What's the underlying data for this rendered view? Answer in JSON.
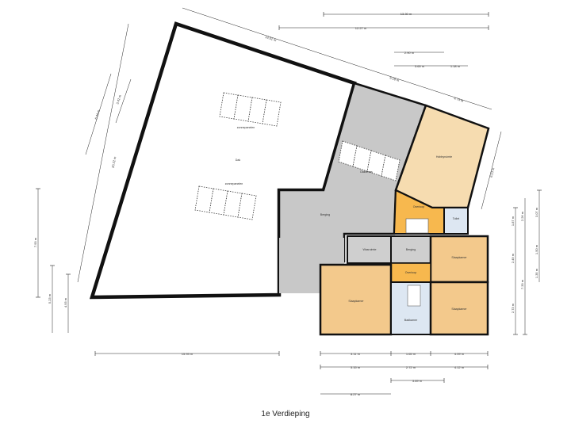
{
  "caption": "1e Verdieping",
  "colors": {
    "wall": "#111111",
    "roof": "#ffffff",
    "terrace": "#c8c8c8",
    "bedroom": "#f3c98c",
    "hobby": "#f6dcb0",
    "hallway": "#f7b84e",
    "bathroom": "#dde7f2",
    "storage": "#cfcfcf"
  },
  "rooms": {
    "roof_label": "Dak",
    "solar_top": "zonnepanelen",
    "solar_bottom": "zonnepanelen",
    "terrace_top": "Dakterras",
    "terrace_main": "Berging",
    "hobby": "Hobbyruimte",
    "overloop_top": "Overloop",
    "toilet": "Toilet",
    "wasruimte": "Wasruimte",
    "berging_small": "Berging",
    "slaapkamer_right_top": "Slaapkamer",
    "overloop_center": "Overloop",
    "slaapkamer_left": "Slaapkamer",
    "badkamer": "Badkamer",
    "slaapkamer_right_bottom": "Slaapkamer"
  },
  "dimensions": {
    "top_1": "13.30 m",
    "top_2": "12.27 m",
    "top_3": "2.90 m",
    "top_4": "3.65 m",
    "top_5": "1.18 m",
    "diag_1": "14.01 m",
    "diag_2": "5.18 m",
    "diag_3": "4.74 m",
    "left_diag_1": "3.42 m",
    "left_diag_2": "6.44 m",
    "left_diag_3": "20.22 m",
    "left_1": "7.93 m",
    "left_2": "5.23 m",
    "left_3": "4.93 m",
    "right_diag": "6.13 m",
    "right_1": "1.87 m",
    "right_2": "2.26 m",
    "right_3": "3.07 m",
    "right_4": "2.49 m",
    "right_5": "1.50 m",
    "right_6": "7.33 m",
    "right_7": "1.35 m",
    "right_8": "2.73 m",
    "bottom_1": "15.93 m",
    "bottom_2": "3.11 m",
    "bottom_3": "1.65 m",
    "bottom_4": "4.09 m",
    "bottom_5": "3.15 m",
    "bottom_6": "2.72 m",
    "bottom_7": "4.12 m",
    "bottom_8": "3.69 m",
    "bottom_9": "8.27 m"
  }
}
